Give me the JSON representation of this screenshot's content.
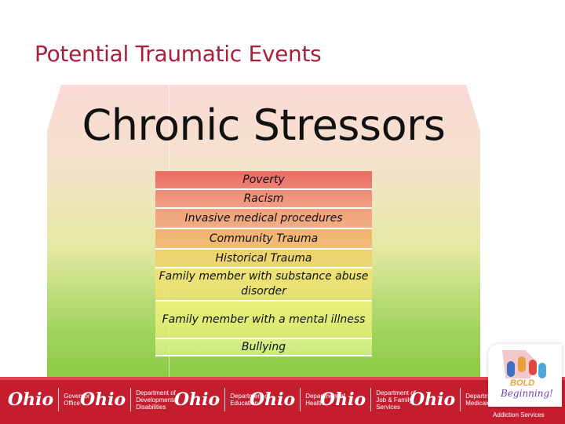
{
  "slide": {
    "title": "Potential Traumatic Events",
    "heading": "Chronic Stressors"
  },
  "stressors": [
    {
      "label": "Poverty",
      "color": "#ec6b62"
    },
    {
      "label": "Racism",
      "color": "#f08c78"
    },
    {
      "label": "Invasive medical procedures",
      "color": "#f2a07b"
    },
    {
      "label": "Community Trauma",
      "color": "#f2b26e"
    },
    {
      "label": "Historical Trauma",
      "color": "#eed26c"
    },
    {
      "label": "Family member with substance abuse disorder",
      "color": "#eee273"
    },
    {
      "label": "Family member with a mental illness",
      "color": "#e6ee78"
    },
    {
      "label": "Bullying",
      "color": "#d8ef8a"
    }
  ],
  "footer": {
    "agencies": [
      {
        "name": "Ohio",
        "dept": "Governor's Office"
      },
      {
        "name": "Ohio",
        "dept": "Department of Developmental Disabilities"
      },
      {
        "name": "Ohio",
        "dept": "Department of Education"
      },
      {
        "name": "Ohio",
        "dept": "Department of Health"
      },
      {
        "name": "Ohio",
        "dept": "Department of Job & Family Services"
      },
      {
        "name": "Ohio",
        "dept": "Department of Medicaid"
      }
    ],
    "extra": "Addiction Services"
  },
  "logo": {
    "word1": "BOLD",
    "word2": "Beginning!"
  }
}
